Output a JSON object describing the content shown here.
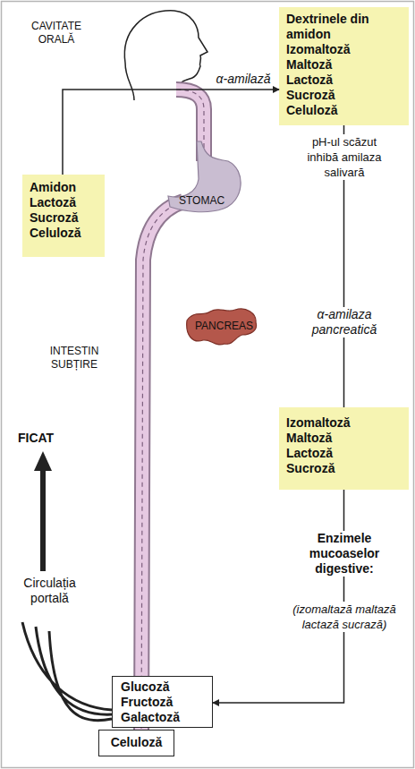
{
  "diagram": {
    "nodes": [
      {
        "text": [
          "Dextrinele din amidon",
          "Izomaltoză",
          "Maltoză",
          "Lactoză",
          "Sucroză",
          "Celuloză"
        ]
      },
      {
        "text": [
          "STOMAC"
        ]
      },
      {
        "text": [
          "Amidon",
          "Lactoză",
          "Sucroză",
          "Celuloză"
        ]
      },
      {
        "text": [
          "PANCREAS"
        ]
      },
      {
        "text": [
          "Izomaltoză",
          "Maltoză",
          "Lactoză",
          "Sucroză"
        ]
      },
      {
        "text": [
          "Glucoză",
          "Fructoză",
          "Galactoză"
        ]
      },
      {
        "text": [
          "Celuloză"
        ]
      }
    ],
    "edges": [
      {
        "from": 2,
        "to": 0,
        "label": "α-amilază",
        "arrow": "to"
      },
      {
        "from": 0,
        "to": 4,
        "label": "α-amilaza pancreatică",
        "arrow": "none"
      },
      {
        "from": 4,
        "to": 5,
        "label": "Enzimele mucoaselor digestive:",
        "arrow": "to"
      }
    ],
    "labels": [
      "CAVITATE ORALĂ",
      "pH-ul scăzut inhibă amilaza salivară",
      "INTESTIN SUBȚIRE",
      "FICAT",
      "Circulația portală",
      "(izomaltază maltază lactază sucrază)"
    ]
  }
}
